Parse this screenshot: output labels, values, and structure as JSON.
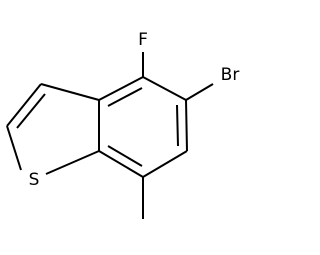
{
  "atoms": {
    "fluorine": "F",
    "bromine": "Br",
    "sulfur": "S"
  },
  "colors": {
    "bond": "#000000",
    "label": "#000000",
    "background": "#ffffff"
  }
}
